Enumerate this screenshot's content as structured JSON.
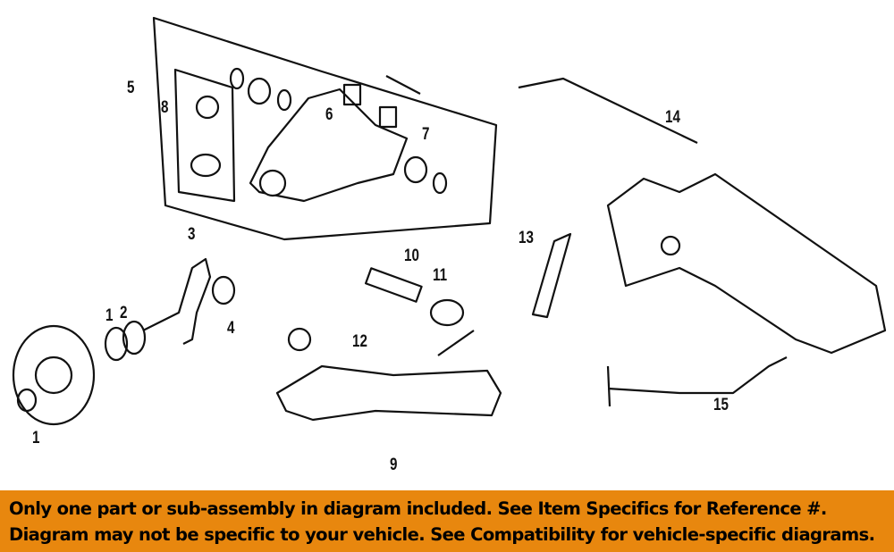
{
  "callouts": [
    "1",
    "2",
    "3",
    "4",
    "5",
    "6",
    "7",
    "8",
    "9",
    "10",
    "11",
    "12",
    "13",
    "14",
    "15",
    "1"
  ],
  "banner": {
    "line1": "Only one part or sub-assembly in diagram included. See Item Specifics for Reference #.",
    "line2": "Diagram may not be specific to your vehicle. See Compatibility for vehicle-specific diagrams.",
    "color": "#e8870e"
  }
}
